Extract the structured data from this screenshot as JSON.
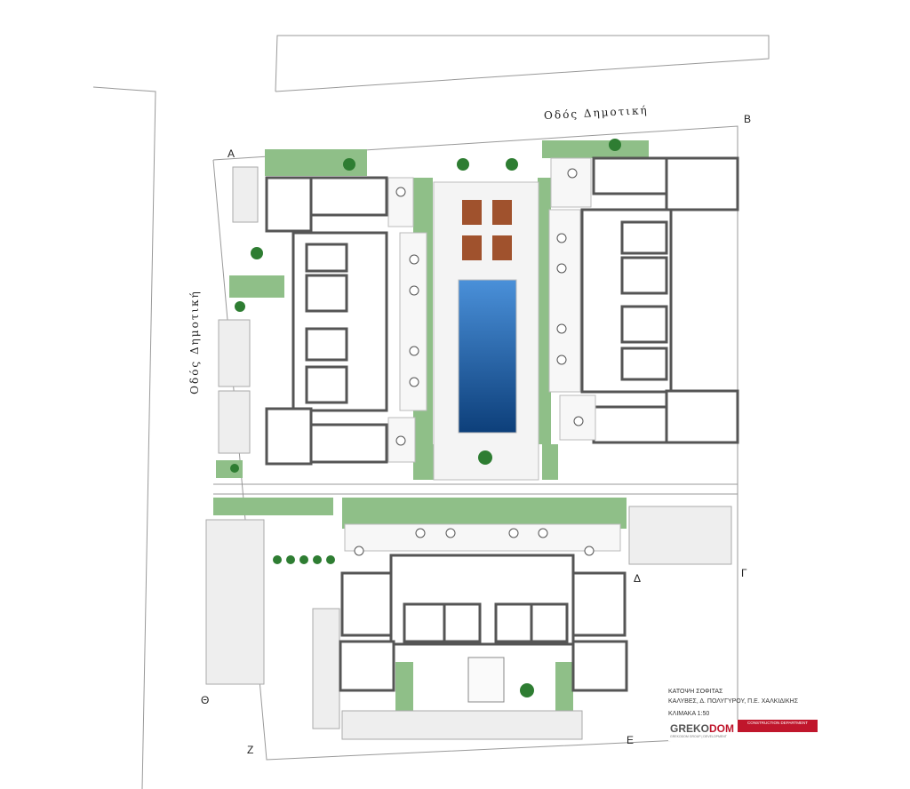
{
  "streets": {
    "top": "Οδός Δημοτική",
    "left": "Οδός Δημοτική"
  },
  "corners": {
    "A": "Α",
    "B": "Β",
    "G": "Γ",
    "D": "Δ",
    "E": "Ε",
    "Z": "Ζ",
    "Th": "Θ"
  },
  "title_block": {
    "line1": "ΚΑΤΟΨΗ ΣΟΦΙΤΑΣ",
    "line2": "ΚΑΛΥΒΕΣ, Δ. ΠΟΛΥΓΥΡΟΥ, Π.Ε. ΧΑΛΚΙΔΙΚΗΣ",
    "scale": "ΚΛΙΜΑΚΑ 1:50"
  },
  "logo": {
    "brand_a": "GREKO",
    "brand_b": "DOM",
    "band": "CONSTRUCTION DEPARTMENT",
    "sub": "GREKODOM GROUP | DEVELOPMENT"
  },
  "colors": {
    "wall": "#555555",
    "grass": "#8fbf88",
    "pool_top": "#4a90d9",
    "pool_bottom": "#0d3f7a",
    "deck": "#a0522d",
    "brand": "#c0162c"
  }
}
